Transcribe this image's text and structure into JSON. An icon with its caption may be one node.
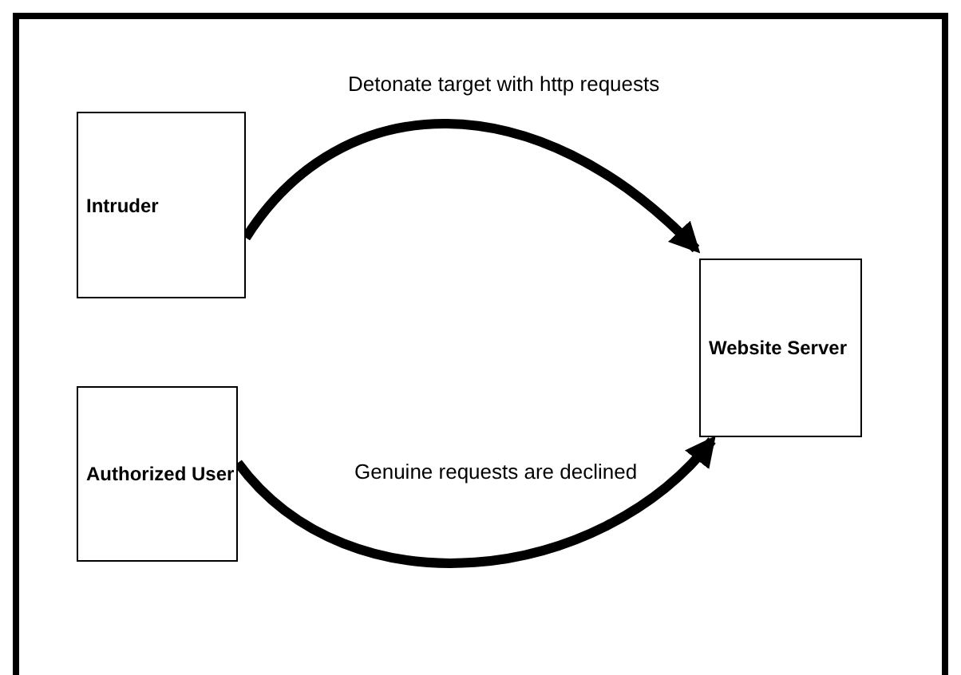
{
  "diagram": {
    "nodes": [
      {
        "text": [
          "Intruder"
        ]
      },
      {
        "text": [
          "Authorized User"
        ]
      },
      {
        "text": [
          "Website Server"
        ]
      }
    ],
    "edges": [
      {
        "from": 0,
        "to": 2,
        "arrow": "to",
        "label": "Detonate target with http requests"
      },
      {
        "from": 1,
        "to": 2,
        "arrow": "to",
        "label": "Genuine requests are declined"
      }
    ]
  }
}
